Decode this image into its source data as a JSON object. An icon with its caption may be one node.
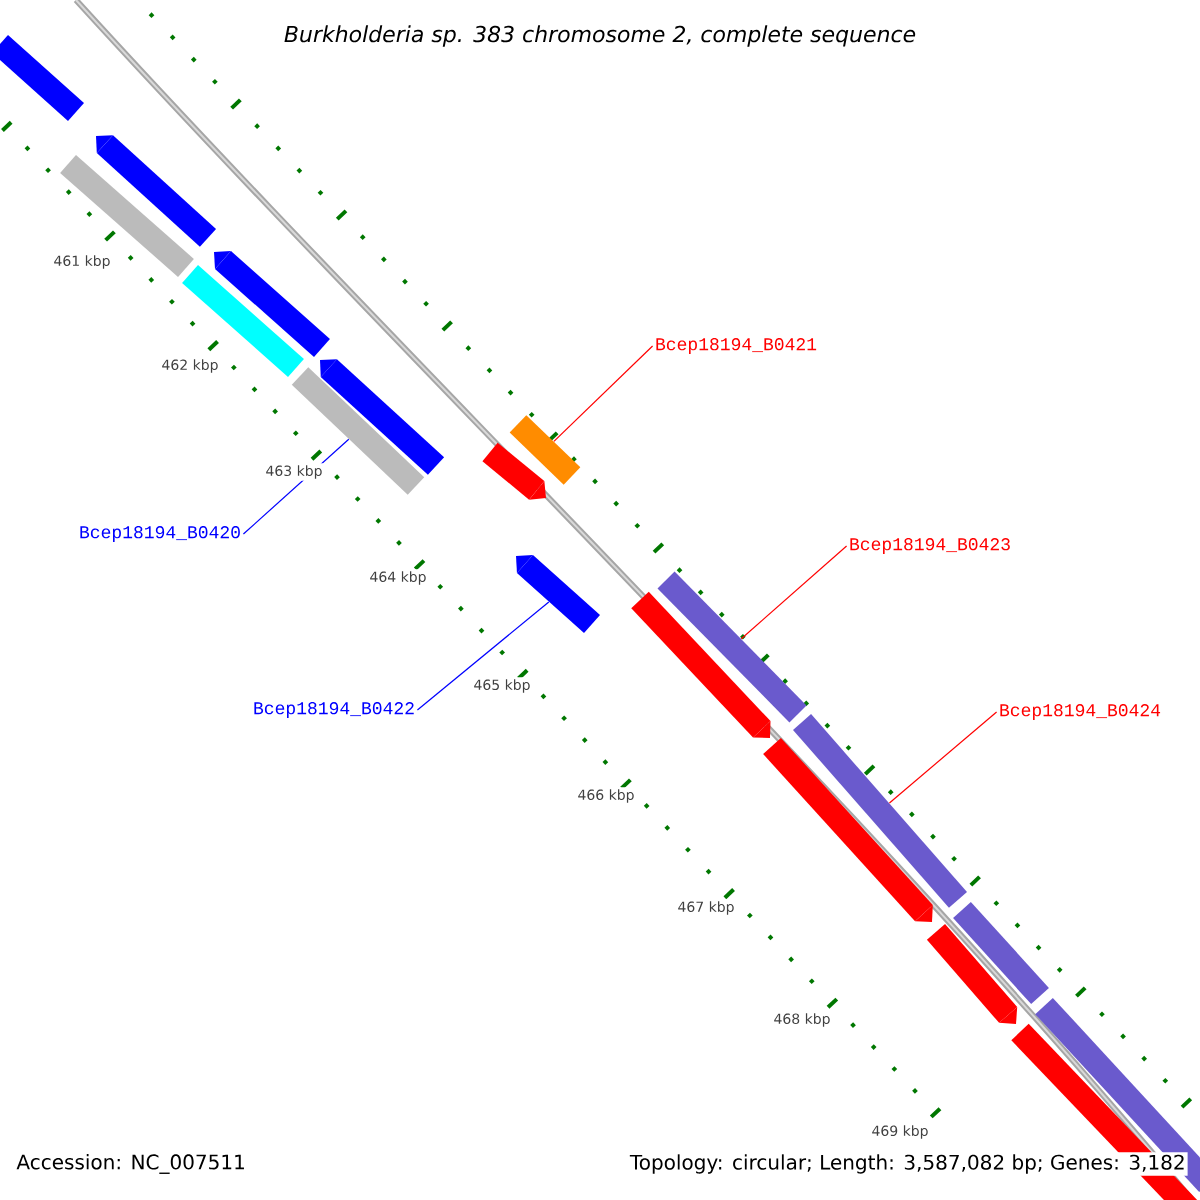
{
  "diagram": {
    "title": "Burkholderia sp. 383 chromosome 2, complete sequence",
    "nodes": [
      {
        "text": [
          "Bcep18194_B0420"
        ]
      },
      {
        "text": [
          "Bcep18194_B0421"
        ]
      },
      {
        "text": [
          "Bcep18194_B0422"
        ]
      },
      {
        "text": [
          "Bcep18194_B0423"
        ]
      },
      {
        "text": [
          "Bcep18194_B0424"
        ]
      },
      {
        "text": [],
        "shape": "bar"
      },
      {
        "text": [],
        "shape": "bar"
      },
      {
        "text": [],
        "shape": "bar"
      },
      {
        "text": [],
        "shape": "bar"
      },
      {
        "text": [],
        "shape": "bar"
      },
      {
        "text": [],
        "shape": "bar"
      },
      {
        "text": [],
        "shape": "bar"
      },
      {
        "text": [],
        "shape": "bar"
      },
      {
        "text": [],
        "shape": "bar"
      },
      {
        "text": [],
        "shape": "bar"
      },
      {
        "text": [],
        "shape": "bar"
      },
      {
        "text": [],
        "shape": "bar"
      },
      {
        "text": [],
        "shape": "bar"
      },
      {
        "text": [],
        "shape": "bar"
      },
      {
        "text": [],
        "shape": "bar"
      },
      {
        "text": [],
        "shape": "bar"
      },
      {
        "text": [],
        "shape": "bar"
      },
      {
        "text": [],
        "shape": "bar"
      }
    ],
    "edges": [
      {
        "from": 0,
        "to": 11,
        "arrow": "none",
        "color": "#0000ff"
      },
      {
        "from": 1,
        "to": 12,
        "arrow": "none"
      },
      {
        "from": 2,
        "to": 14,
        "arrow": "none",
        "color": "#0000ff"
      },
      {
        "from": 3,
        "to": 15,
        "arrow": "none"
      },
      {
        "from": 4,
        "to": 17,
        "arrow": "none"
      }
    ],
    "labels": [
      "461 kbp",
      "462 kbp",
      "463 kbp",
      "464 kbp",
      "465 kbp",
      "466 kbp",
      "467 kbp",
      "468 kbp",
      "469 kbp",
      "Accession: NC_007511",
      "Topology: circular; Length: 3,587,082 bp; Genes: 3,182"
    ]
  }
}
